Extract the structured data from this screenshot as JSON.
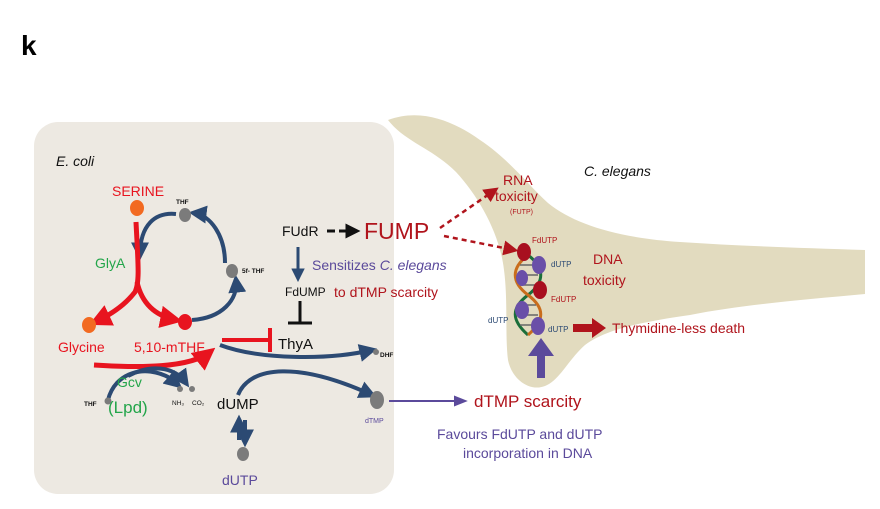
{
  "panel_letter": "k",
  "ecoli_label": "E. coli",
  "celegans_label": "C. elegans",
  "colors": {
    "ecoli_box": "#ede9e2",
    "worm_body": "#e2dbbf",
    "red": "#e8141f",
    "dark_red": "#b0141c",
    "navy": "#2c4a73",
    "purple": "#5b4a9b",
    "green": "#23a54a",
    "orange": "#f26a21",
    "gray": "#7b7b7b",
    "black": "#111111"
  },
  "metabolites": {
    "serine": "SERINE",
    "thf_top": "THF",
    "five_f_thf": "5f- THF",
    "glycine": "Glycine",
    "mthf": "5,10-mTHF",
    "thf_bottom": "THF",
    "nh3": "NH₃",
    "co2": "CO₂",
    "dump": "dUMP",
    "dutp": "dUTP",
    "dtmp": "dTMP",
    "dhf": "DHF",
    "fudr": "FUdR",
    "fump": "FUMP",
    "fdump": "FdUMP"
  },
  "enzymes": {
    "glya": "GlyA",
    "gcv": "Gcv",
    "lpd": "(Lpd)",
    "thya": "ThyA"
  },
  "annotations": {
    "sensitizes_prefix": "Sensitizes ",
    "sensitizes_species": "C. elegans",
    "to_dtmp": "to dTMP scarcity",
    "rna": "RNA",
    "rna_toxicity": "toxicity",
    "futp": "(FUTP)",
    "dna": "DNA",
    "dna_toxicity": "toxicity",
    "fdutp_1": "FdUTP",
    "fdutp_2": "FdUTP",
    "dutp_helix_1": "dUTP",
    "dutp_helix_2": "dUTP",
    "dutp_helix_3": "dUTP",
    "thymidine_less": "Thymidine-less death",
    "dtmp_scarcity": "dTMP scarcity",
    "favours_line1": "Favours FdUTP and dUTP",
    "favours_line2": "incorporation in DNA"
  }
}
